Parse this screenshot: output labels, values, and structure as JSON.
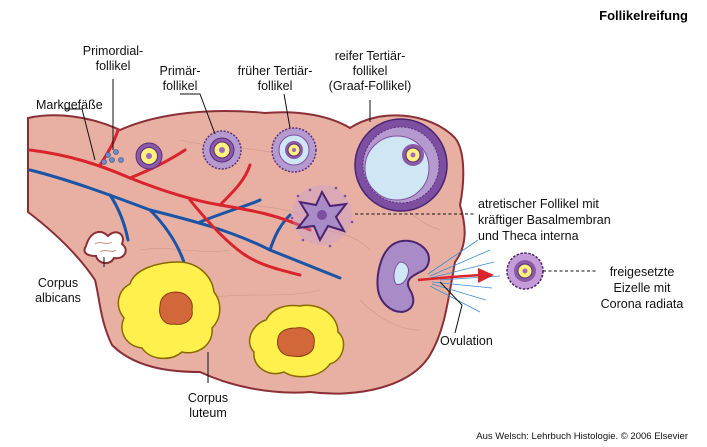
{
  "title": "Follikelreifung",
  "credit": "Aus Welsch: Lehrbuch Histologie. © 2006 Elsevier",
  "colors": {
    "ovary_fill": "#e7b0a3",
    "ovary_outline": "#8a2f36",
    "artery": "#d9232d",
    "vein": "#1a54a6",
    "follicle_purple": "#7d4fa1",
    "granulosa": "#b59ad0",
    "antrum": "#cfe6f5",
    "oocyte_yellow": "#fff27a",
    "corpus_luteum_yellow": "#fff04d",
    "corpus_luteum_core": "#d2683a",
    "ovulation_arrow": "#d9232d"
  },
  "labels": {
    "primordial": [
      "Primordial-",
      "follikel"
    ],
    "primary": [
      "Primär-",
      "follikel"
    ],
    "early_tertiary": [
      "früher Tertiär-",
      "follikel"
    ],
    "mature_tertiary": [
      "reifer Tertiär-",
      "follikel",
      "(Graaf-Follikel)"
    ],
    "medullary_vessels": [
      "Markgefäße"
    ],
    "atretic": [
      "atretischer Follikel mit",
      "kräftiger Basalmembran",
      "und Theca interna"
    ],
    "corpus_albicans": [
      "Corpus",
      "albicans"
    ],
    "corpus_luteum": [
      "Corpus",
      "luteum"
    ],
    "ovulation": [
      "Ovulation"
    ],
    "released_oocyte": [
      "freigesetzte",
      "Eizelle mit",
      "Corona radiata"
    ]
  }
}
